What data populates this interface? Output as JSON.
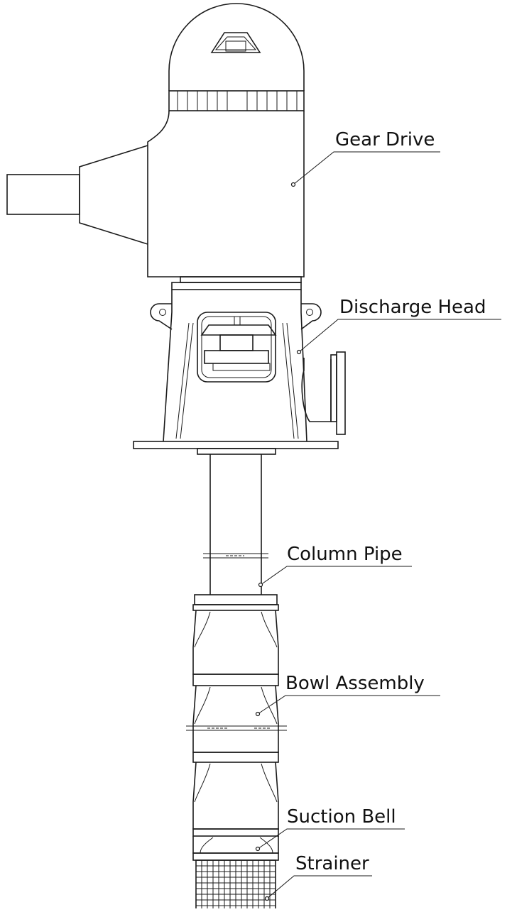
{
  "labels": {
    "gear_drive": "Gear Drive",
    "discharge_head": "Discharge Head",
    "column_pipe": "Column Pipe",
    "bowl_assembly": "Bowl Assembly",
    "suction_bell": "Suction Bell",
    "strainer": "Strainer"
  },
  "colors": {
    "line": "#1a1a1a",
    "background": "#ffffff"
  }
}
